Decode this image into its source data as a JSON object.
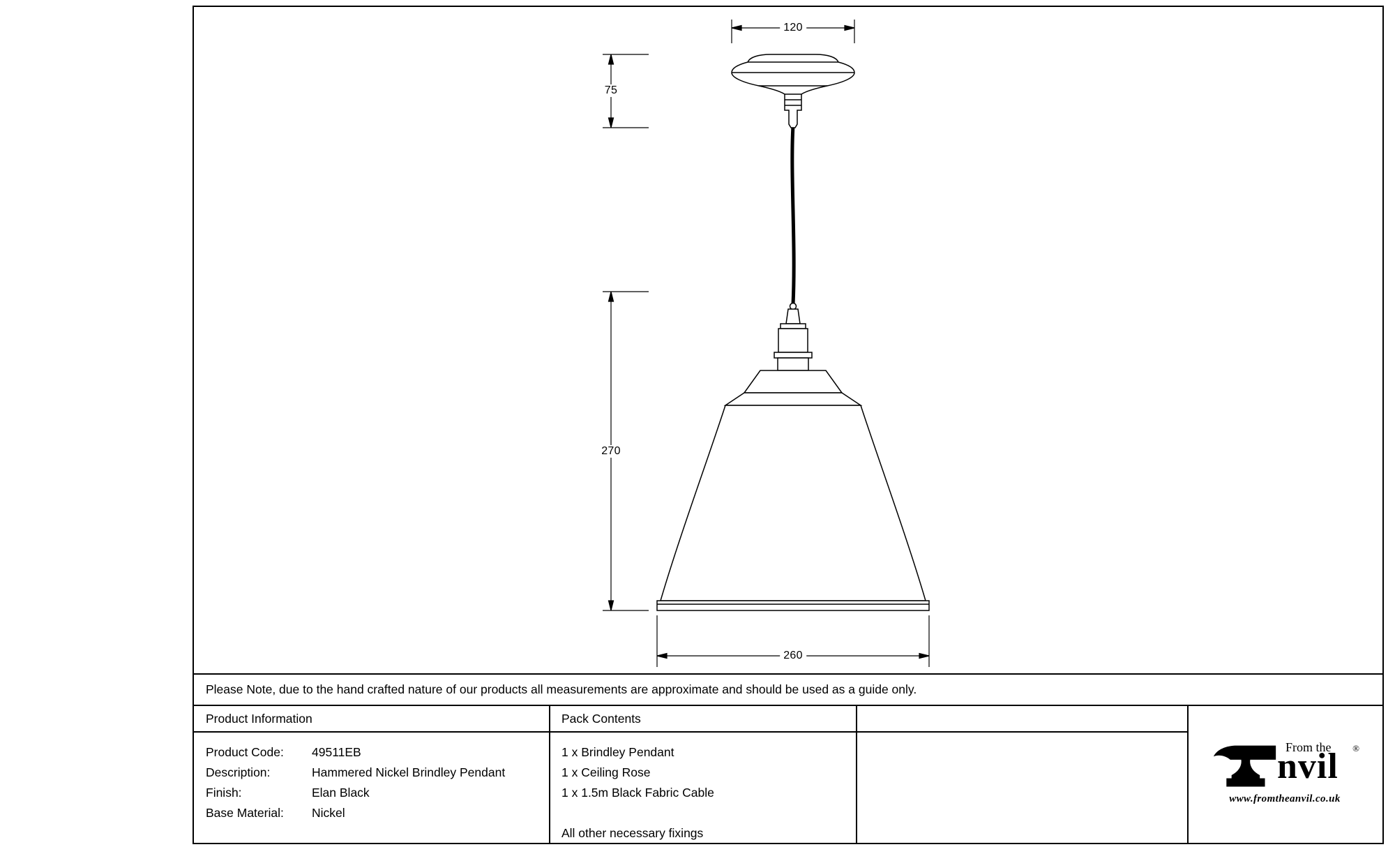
{
  "drawing": {
    "dimensions": {
      "rose_width": "120",
      "rose_height": "75",
      "shade_height": "270",
      "shade_width": "260"
    }
  },
  "note": "Please Note, due to the hand crafted nature of our products all measurements are approximate and should be used as a guide only.",
  "product_information": {
    "header": "Product Information",
    "rows": [
      {
        "label": "Product Code:",
        "value": "49511EB"
      },
      {
        "label": "Description:",
        "value": "Hammered Nickel Brindley Pendant"
      },
      {
        "label": "Finish:",
        "value": "Elan Black"
      },
      {
        "label": "Base Material:",
        "value": "Nickel"
      }
    ]
  },
  "pack_contents": {
    "header": "Pack Contents",
    "items": [
      "1 x Brindley Pendant",
      "1 x Ceiling Rose",
      "1 x 1.5m Black Fabric Cable"
    ],
    "footer": "All other necessary fixings"
  },
  "logo": {
    "prefix": "From the",
    "name_suffix": "nvil",
    "registered": "®",
    "website": "www.fromtheanvil.co.uk"
  },
  "colors": {
    "ink": "#000000",
    "paper": "#ffffff"
  }
}
